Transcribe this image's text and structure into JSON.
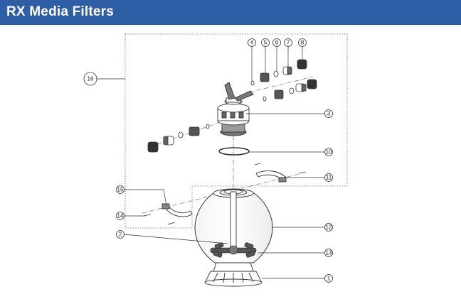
{
  "header": {
    "title": "RX Media Filters",
    "background_color": "#2e5ea6",
    "text_color": "#ffffff"
  },
  "diagram": {
    "callouts": {
      "c16": "16",
      "c4": "4",
      "c5": "5",
      "c6": "6",
      "c7": "7",
      "c8": "8",
      "c3": "3",
      "c10": "10",
      "c11": "11",
      "c15": "15",
      "c14": "14",
      "c12": "12",
      "c2": "2",
      "c13": "13",
      "c1": "1"
    }
  }
}
